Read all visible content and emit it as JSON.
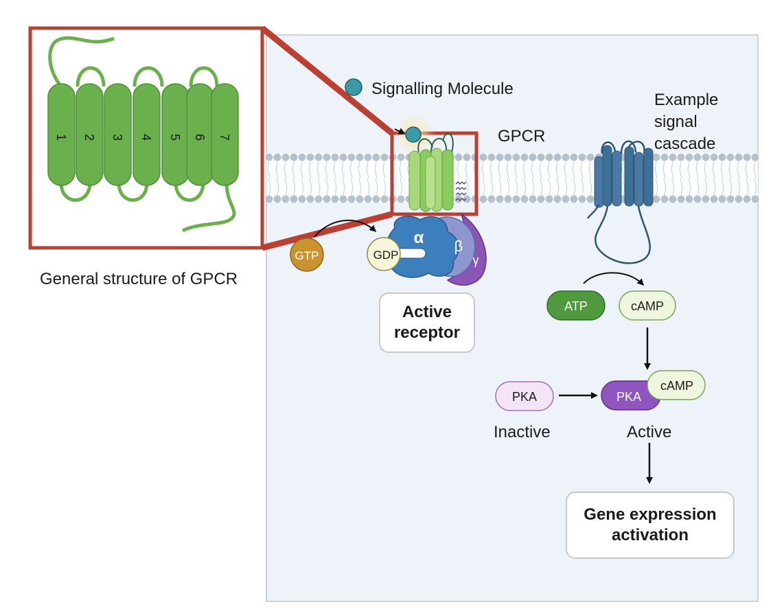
{
  "colors": {
    "accent_red": "#b94033",
    "gpcr_green": "#6ab04c",
    "receptor_blue": "#3e6f96",
    "alpha_blue": "#3d7fbd",
    "beta_purple": "#8d96cf",
    "gamma_purple": "#8a55b4",
    "gtp_gold": "#c9942f",
    "atp_green": "#4f9a3f",
    "camp_pale": "#eef7dd",
    "pka_pale": "#f3e4f7",
    "pka_active": "#9055bf",
    "cell_bg": "#eef2f9",
    "membrane": "#b7c1cb",
    "molecule": "#3a9aa5"
  },
  "labels": {
    "signalling_molecule": "Signalling Molecule",
    "gpcr": "GPCR",
    "example_cascade": [
      "Example",
      "signal",
      "cascade"
    ],
    "general_structure": "General structure of GPCR",
    "active_receptor": [
      "Active",
      "receptor"
    ],
    "inactive": "Inactive",
    "active": "Active",
    "gene_expression": [
      "Gene expression",
      "activation"
    ]
  },
  "molecules": {
    "gtp": "GTP",
    "gdp": "GDP",
    "alpha": "α",
    "beta": "β",
    "gamma": "γ",
    "atp": "ATP",
    "camp_top": "cAMP",
    "camp_bound": "cAMP",
    "pka_inactive": "PKA",
    "pka_active": "PKA"
  },
  "helix_numbers": [
    "1",
    "2",
    "3",
    "4",
    "5",
    "6",
    "7"
  ]
}
